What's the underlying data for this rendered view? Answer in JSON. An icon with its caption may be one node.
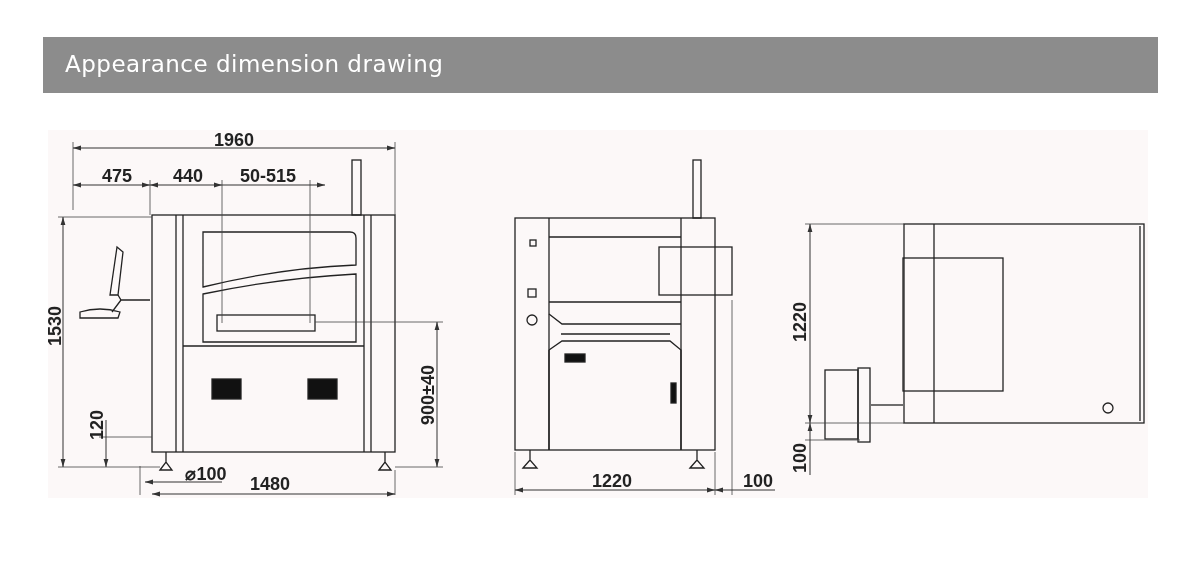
{
  "diagram": {
    "title": "Appearance dimension drawing",
    "labels": [
      "1960",
      "475",
      "440",
      "50-515",
      "1530",
      "120",
      "900±40",
      "⌀100",
      "1480",
      "1220",
      "100",
      "1220",
      "100"
    ]
  }
}
